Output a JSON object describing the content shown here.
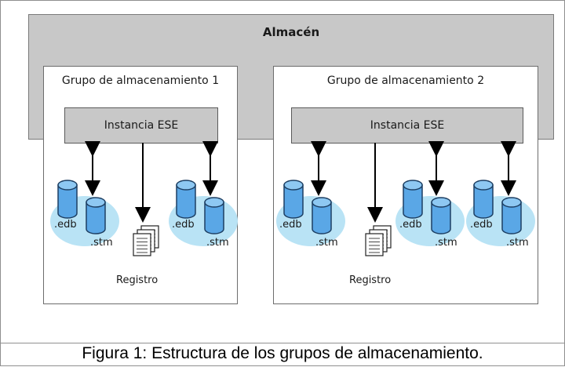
{
  "diagram": {
    "store_title": "Almacén",
    "groups": [
      {
        "title": "Grupo de almacenamiento 1",
        "ese_label": "Instancia ESE",
        "log_label": "Registro",
        "edb_label": ".edb",
        "stm_label": ".stm"
      },
      {
        "title": "Grupo de almacenamiento 2",
        "ese_label": "Instancia ESE",
        "log_label": "Registro",
        "edb_label": ".edb",
        "stm_label": ".stm"
      }
    ]
  },
  "caption": "Figura 1: Estructura de los grupos de almacenamiento.",
  "colors": {
    "store_fill": "#c8c8c8",
    "db_fill": "#5aa7e6",
    "db_glow": "#b9e3f5",
    "arrow": "#000000"
  }
}
